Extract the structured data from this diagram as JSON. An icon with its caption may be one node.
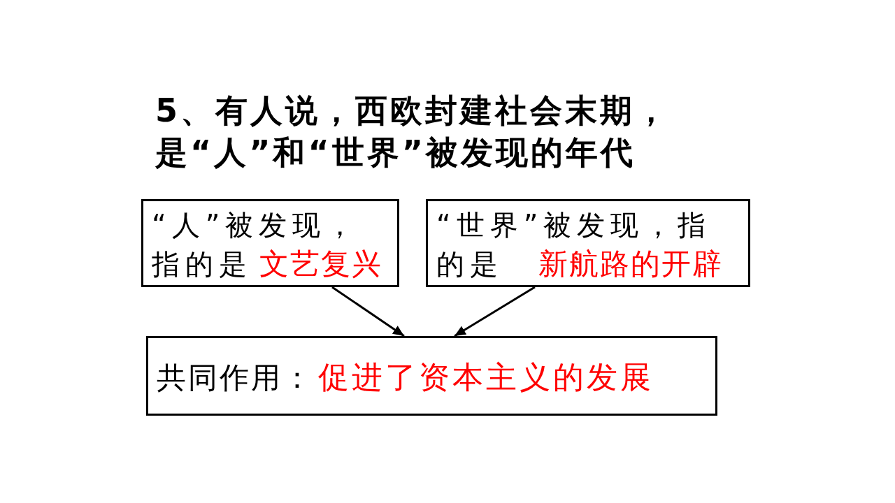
{
  "diagram": {
    "title": "5、有人说，西欧封建社会末期，是“人”和“世界”被发现的年代",
    "nodes": [
      {
        "text": [
          "“人”被发现，指的是",
          "文艺复兴"
        ]
      },
      {
        "text": [
          "“世界”被发现，指的是",
          "新航路的开辟"
        ]
      },
      {
        "text": [
          "共同作用：",
          "促进了资本主义的发展"
        ]
      }
    ],
    "edges": [
      {
        "from": 0,
        "to": 2,
        "arrow": "to"
      },
      {
        "from": 1,
        "to": 2,
        "arrow": "to"
      }
    ]
  }
}
